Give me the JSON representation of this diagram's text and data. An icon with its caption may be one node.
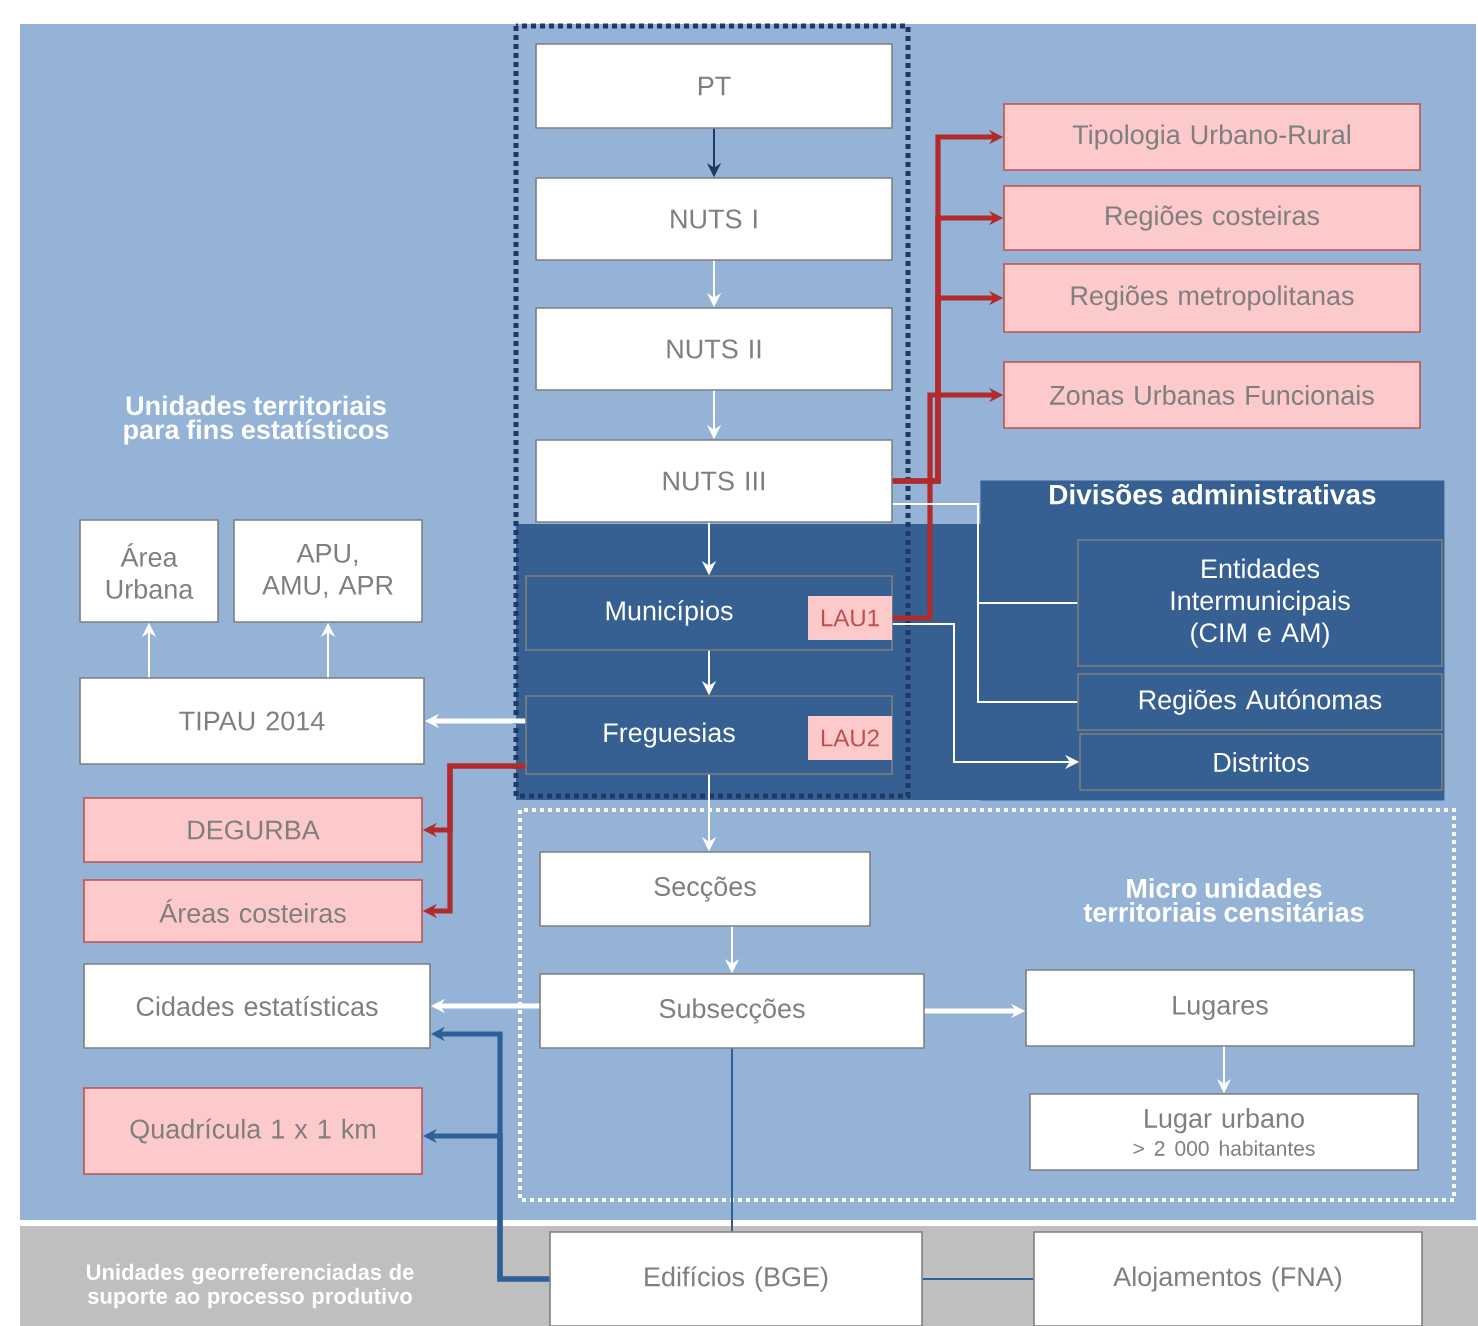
{
  "diagram": {
    "nodes": [
      {
        "text": [
          "PT"
        ]
      },
      {
        "text": [
          "NUTS I"
        ]
      },
      {
        "text": [
          "NUTS II"
        ]
      },
      {
        "text": [
          "NUTS III"
        ]
      },
      {
        "text": [
          "Municípios"
        ]
      },
      {
        "text": [
          "LAU1"
        ],
        "in": 4
      },
      {
        "text": [
          "Freguesias"
        ]
      },
      {
        "text": [
          "LAU2"
        ],
        "in": 6
      },
      {
        "text": [
          "Tipologia Urbano-Rural"
        ]
      },
      {
        "text": [
          "Regiões costeiras"
        ]
      },
      {
        "text": [
          "Regiões metropolitanas"
        ]
      },
      {
        "text": [
          "Zonas Urbanas Funcionais"
        ]
      },
      {
        "text": [
          "Divisões administrativas"
        ]
      },
      {
        "text": [
          "Entidades Intermunicipais (CIM e AM)"
        ],
        "in": 12
      },
      {
        "text": [
          "Regiões Autónomas"
        ],
        "in": 12
      },
      {
        "text": [
          "Distritos"
        ],
        "in": 12
      },
      {
        "text": [
          "Área Urbana"
        ]
      },
      {
        "text": [
          "APU, AMU, APR"
        ]
      },
      {
        "text": [
          "TIPAU 2014"
        ]
      },
      {
        "text": [
          "DEGURBA"
        ]
      },
      {
        "text": [
          "Áreas costeiras"
        ]
      },
      {
        "text": [
          "Cidades estatísticas"
        ]
      },
      {
        "text": [
          "Quadrícula 1 x 1 km"
        ]
      },
      {
        "text": [
          "Secções"
        ]
      },
      {
        "text": [
          "Subsecções"
        ]
      },
      {
        "text": [
          "Lugares"
        ]
      },
      {
        "text": [
          "Lugar urbano",
          "> 2 000 habitantes"
        ]
      },
      {
        "text": [
          "Edifícios (BGE)"
        ]
      },
      {
        "text": [
          "Alojamentos (FNA)"
        ]
      }
    ],
    "edges": [
      {
        "from": 0,
        "to": 1,
        "arrow": "to",
        "color": "#1f3864"
      },
      {
        "from": 1,
        "to": 2,
        "arrow": "to"
      },
      {
        "from": 2,
        "to": 3,
        "arrow": "to"
      },
      {
        "from": 3,
        "to": 4,
        "arrow": "to"
      },
      {
        "from": 4,
        "to": 6,
        "arrow": "to"
      },
      {
        "from": 6,
        "to": 23,
        "arrow": "to"
      },
      {
        "from": 23,
        "to": 24,
        "arrow": "to"
      },
      {
        "from": 24,
        "to": 25,
        "arrow": "to",
        "style": "thick"
      },
      {
        "from": 25,
        "to": 26,
        "arrow": "to"
      },
      {
        "from": 3,
        "to": 8,
        "arrow": "to",
        "style": "thick",
        "color": "#b22a2a"
      },
      {
        "from": 3,
        "to": 9,
        "arrow": "to",
        "style": "thick",
        "color": "#b22a2a"
      },
      {
        "from": 3,
        "to": 10,
        "arrow": "to",
        "style": "thick",
        "color": "#b22a2a"
      },
      {
        "from": 5,
        "to": 11,
        "arrow": "to",
        "style": "thick",
        "color": "#b22a2a"
      },
      {
        "from": 3,
        "to": 13,
        "arrow": "none"
      },
      {
        "from": 3,
        "to": 14,
        "arrow": "none"
      },
      {
        "from": 4,
        "to": 15,
        "arrow": "to"
      },
      {
        "from": 6,
        "to": 18,
        "arrow": "to",
        "style": "thick"
      },
      {
        "from": 18,
        "to": 16,
        "arrow": "to"
      },
      {
        "from": 18,
        "to": 17,
        "arrow": "to"
      },
      {
        "from": 6,
        "to": 19,
        "arrow": "to",
        "style": "thick",
        "color": "#b22a2a"
      },
      {
        "from": 6,
        "to": 20,
        "arrow": "to",
        "style": "thick",
        "color": "#b22a2a"
      },
      {
        "from": 24,
        "to": 21,
        "arrow": "to",
        "style": "thick"
      },
      {
        "from": 27,
        "to": 21,
        "arrow": "to",
        "style": "thick",
        "color": "#2e6096"
      },
      {
        "from": 27,
        "to": 22,
        "arrow": "to",
        "style": "thick",
        "color": "#2e6096"
      },
      {
        "from": 24,
        "to": 27,
        "arrow": "none",
        "color": "#2e6096"
      },
      {
        "from": 27,
        "to": 28,
        "arrow": "none",
        "color": "#2e6096"
      }
    ],
    "labels": [
      "Unidades territoriais para fins estatísticos",
      "Micro unidades territoriais censitárias",
      "Unidades georreferenciadas de suporte ao processo produtivo"
    ]
  }
}
